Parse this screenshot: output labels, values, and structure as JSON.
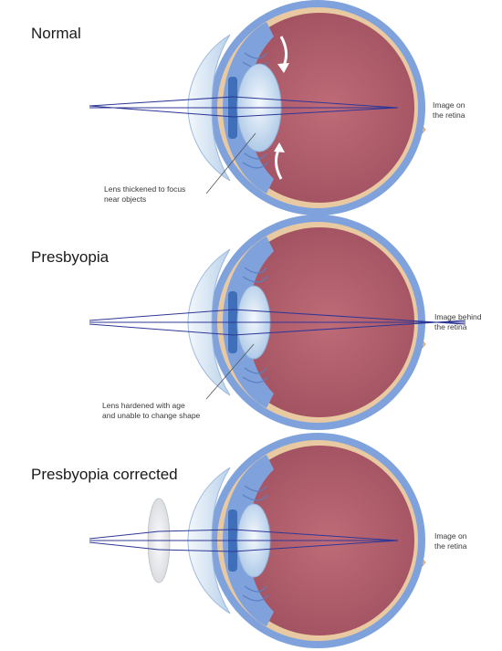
{
  "panels": [
    {
      "title": "Normal",
      "annotation": "Lens thickened to focus\nnear objects",
      "image_label": "Image on\nthe retina"
    },
    {
      "title": "Presbyopia",
      "annotation": "Lens hardened with age\nand unable to change shape",
      "image_label": "Image behind\nthe retina"
    },
    {
      "title": "Presbyopia corrected",
      "image_label": "Image on\nthe retina"
    }
  ],
  "colors": {
    "sclera_blue": "#7fa2dc",
    "choroid": "#e9c9a1",
    "interior": "#b05d6c",
    "lens": "#dbe9f6",
    "cornea": "#e3eef8",
    "ray": "#2f3796"
  }
}
